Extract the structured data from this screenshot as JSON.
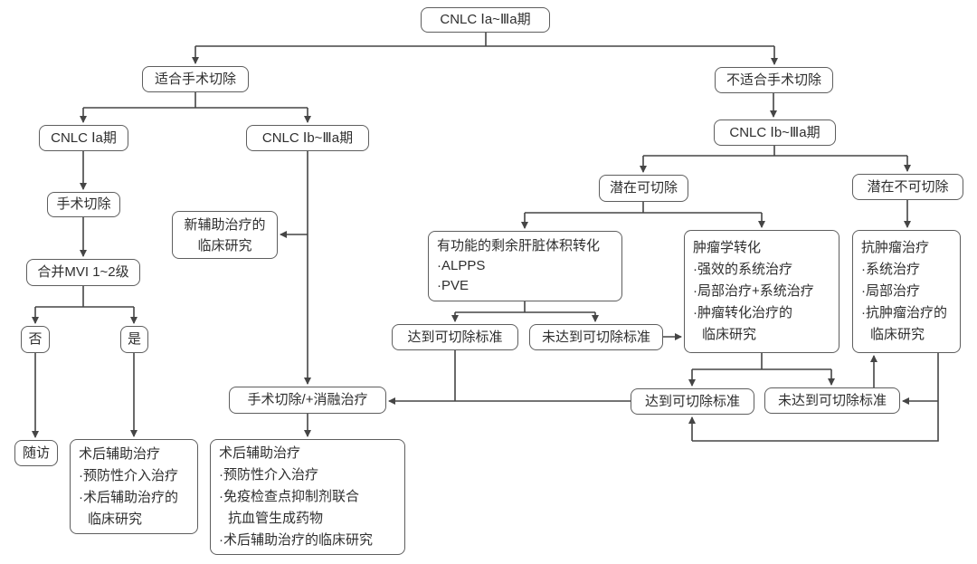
{
  "colors": {
    "background": "#ffffff",
    "box_border": "#5e5e5e",
    "connector_line": "#454545",
    "text": "#2e2e2e"
  },
  "nodes": {
    "root": {
      "label": "CNLC Ⅰa~Ⅲa期"
    },
    "suitable": {
      "label": "适合手术切除"
    },
    "unsuitable": {
      "label": "不适合手术切除"
    },
    "cnlc_1a": {
      "label": "CNLC Ⅰa期"
    },
    "cnlc_1b_3a_left": {
      "label": "CNLC Ⅰb~Ⅲa期"
    },
    "cnlc_1b_3a_right": {
      "label": "CNLC Ⅰb~Ⅲa期"
    },
    "resection": {
      "label": "手术切除"
    },
    "neoadjuvant": {
      "lines": [
        "新辅助治疗的",
        "临床研究"
      ]
    },
    "mvi": {
      "label": "合并MVI 1~2级"
    },
    "no": {
      "label": "否"
    },
    "yes": {
      "label": "是"
    },
    "followup": {
      "label": "随访"
    },
    "postop_left": {
      "lines": [
        "术后辅助治疗",
        "·预防性介入治疗",
        "·术后辅助治疗的",
        "临床研究"
      ]
    },
    "surgery_ablation": {
      "label": "手术切除/+消融治疗"
    },
    "postop_mid": {
      "lines": [
        "术后辅助治疗",
        "·预防性介入治疗",
        "·免疫检查点抑制剂联合",
        "抗血管生成药物",
        "·术后辅助治疗的临床研究"
      ]
    },
    "potentially_resectable": {
      "label": "潜在可切除"
    },
    "potentially_unresectable": {
      "label": "潜在不可切除"
    },
    "flr_conversion": {
      "lines": [
        "有功能的剩余肝脏体积转化",
        "·ALPPS",
        "·PVE"
      ]
    },
    "oncologic_conversion": {
      "lines": [
        "肿瘤学转化",
        "·强效的系统治疗",
        "·局部治疗+系统治疗",
        "·肿瘤转化治疗的",
        "临床研究"
      ]
    },
    "antitumor": {
      "lines": [
        "抗肿瘤治疗",
        "·系统治疗",
        "·局部治疗",
        "·抗肿瘤治疗的",
        "临床研究"
      ]
    },
    "meets_criteria_1": {
      "label": "达到可切除标准"
    },
    "not_meets_criteria_1": {
      "label": "未达到可切除标准"
    },
    "meets_criteria_2": {
      "label": "达到可切除标准"
    },
    "not_meets_criteria_2": {
      "label": "未达到可切除标准"
    }
  }
}
